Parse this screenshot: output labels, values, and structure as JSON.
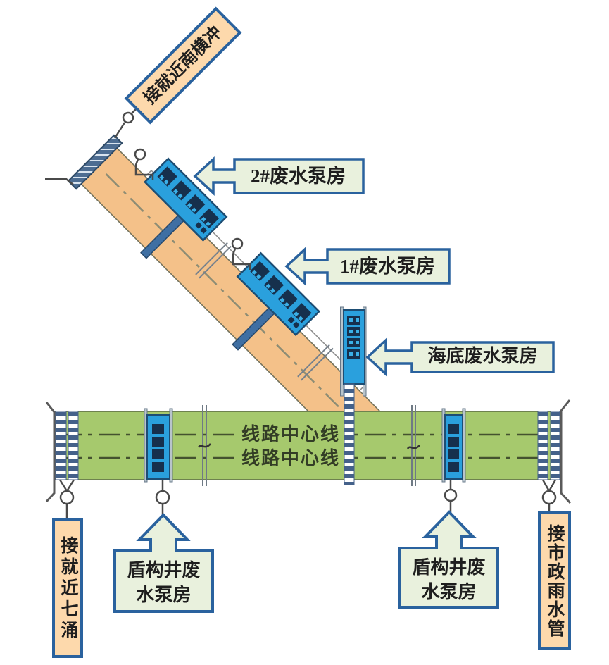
{
  "labels": {
    "top_connect": "接就近南横冲",
    "pump2": "2#废水泵房",
    "pump1": "1#废水泵房",
    "seabed_pump": "海底废水泵房",
    "line_center_1": "线路中心线",
    "line_center_2": "线路中心线",
    "shield_left_line1": "盾构井废",
    "shield_left_line2": "水泵房",
    "shield_right_line1": "盾构井废",
    "shield_right_line2": "水泵房",
    "connect_left": "接就近七涌",
    "connect_right": "接市政雨水管"
  },
  "colors": {
    "tunnel_orange": "#f4c189",
    "label_orange": "#fdd9ac",
    "line_green": "#a6c96d",
    "label_green": "#e9f1dd",
    "border_blue": "#2a629e",
    "pump_blue": "#2aa0dd",
    "pump_dark": "#16304d",
    "slate": "#4d6d92"
  }
}
